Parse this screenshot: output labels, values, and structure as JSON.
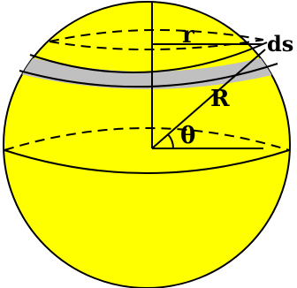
{
  "diagram": {
    "labels": {
      "small_radius": "r",
      "strip_width": "ds",
      "sphere_radius": "R",
      "angle": "θ"
    },
    "colors": {
      "sphere_fill": "#ffff00",
      "strip_fill": "#c0c0c0",
      "outline": "#000000",
      "background": "#ffffff"
    }
  }
}
